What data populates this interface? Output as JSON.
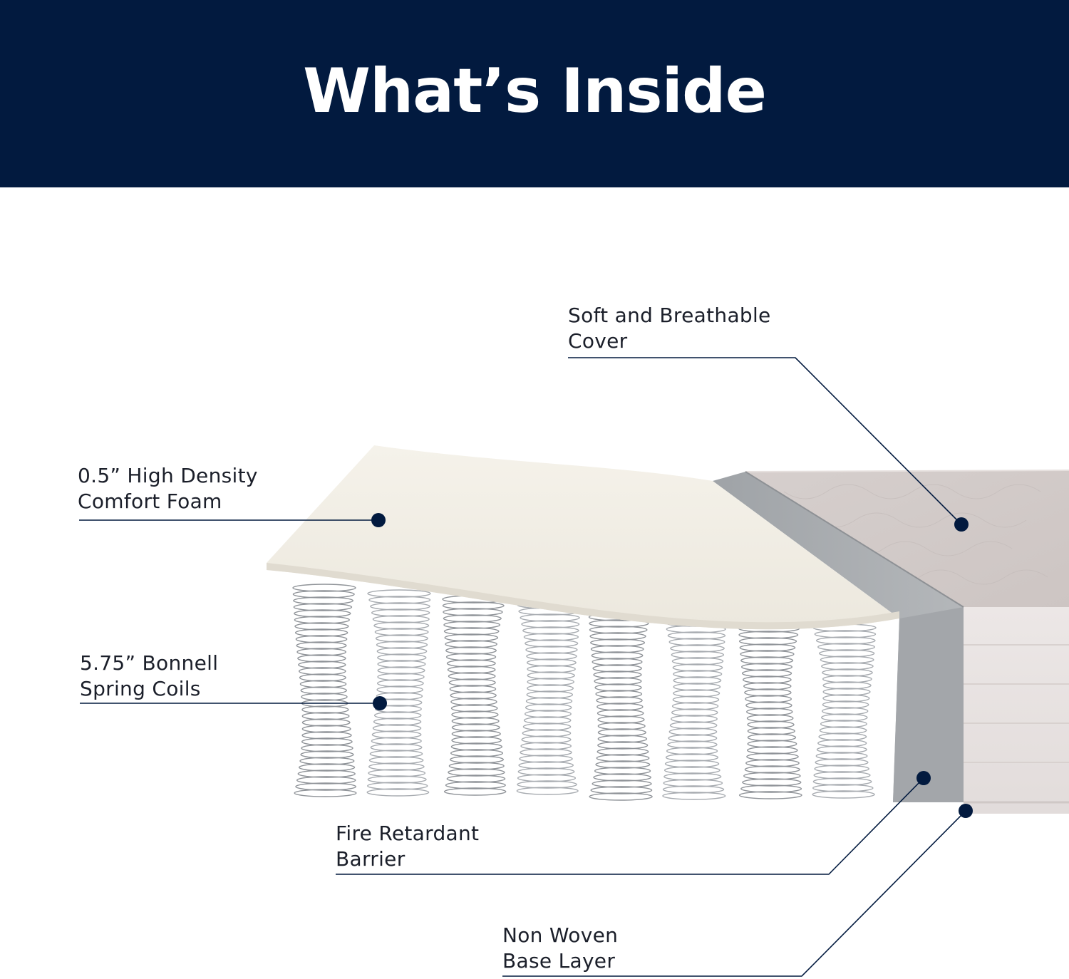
{
  "header": {
    "title": "What’s Inside"
  },
  "callouts": {
    "cover": {
      "line1": "Soft and Breathable",
      "line2": "Cover"
    },
    "foam": {
      "line1": "0.5” High Density",
      "line2": "Comfort Foam"
    },
    "coils": {
      "line1": "5.75” Bonnell",
      "line2": "Spring Coils"
    },
    "barrier": {
      "line1": "Fire Retardant",
      "line2": "Barrier"
    },
    "base": {
      "line1": "Non Woven",
      "line2": "Base Layer"
    }
  },
  "colors": {
    "header_bg": "#021a3f",
    "accent_dot": "#021a3f",
    "cover_top": "#d9d2d0",
    "foam": "#f3f0e8",
    "barrier": "#a9acaf",
    "springs": "#9a9ea3"
  }
}
